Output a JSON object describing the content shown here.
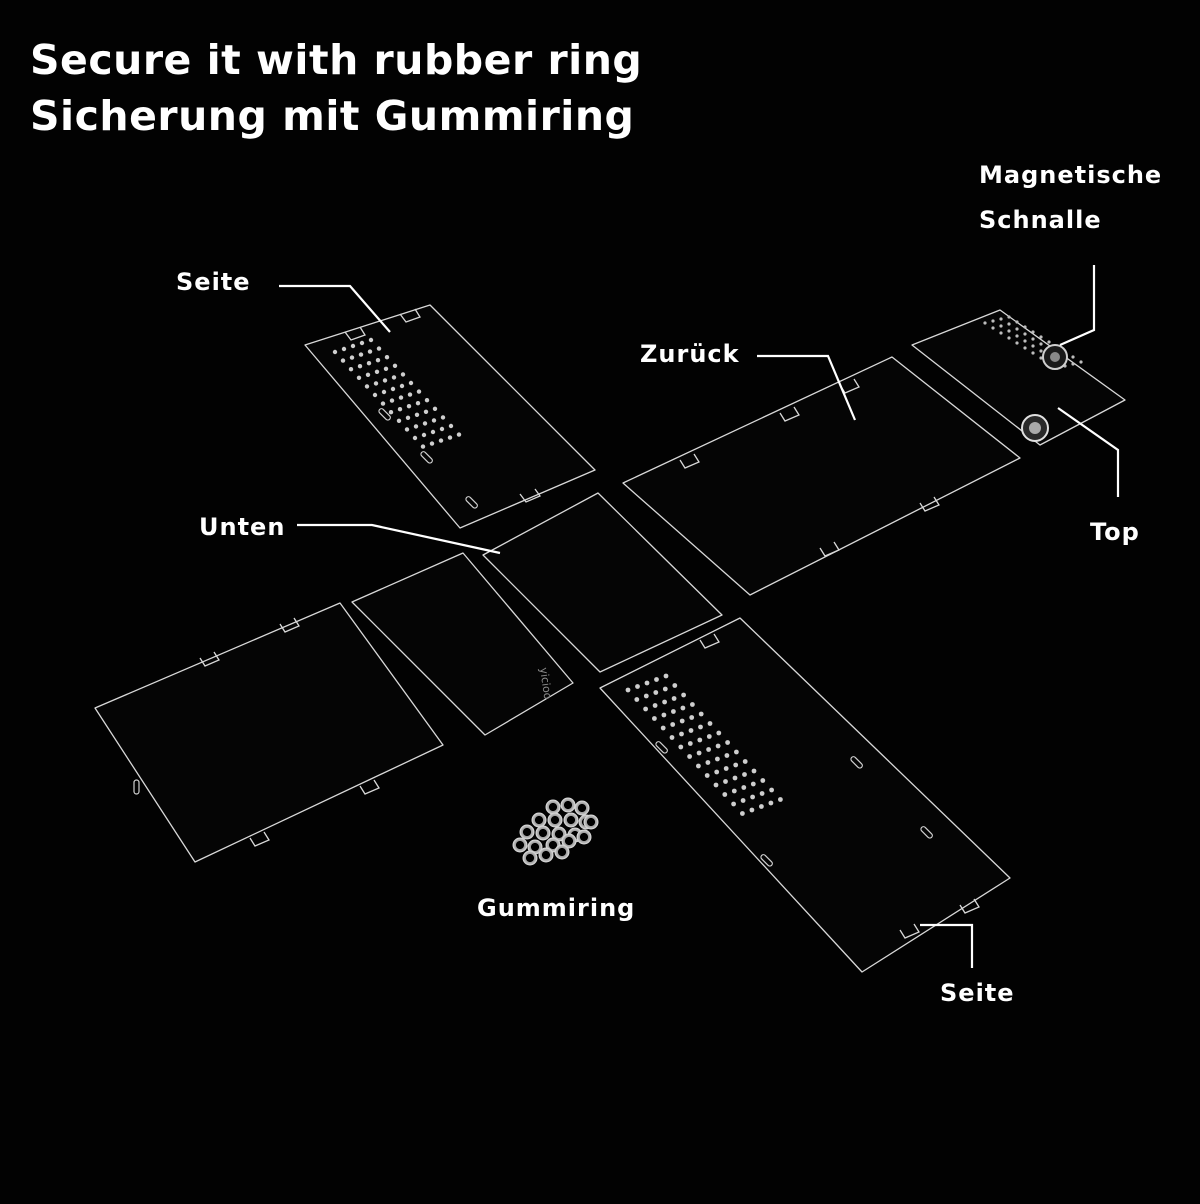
{
  "headline": {
    "line1": "Secure it with rubber ring",
    "line2": "Sicherung mit Gummiring"
  },
  "labels": {
    "seite_left": "Seite",
    "zurueck": "Zurück",
    "magnet_line1": "Magnetische",
    "magnet_line2": "Schnalle",
    "top": "Top",
    "unten": "Unten",
    "gummiring": "Gummiring",
    "seite_right": "Seite"
  },
  "panel_engraving": "yicioo",
  "colors": {
    "background": "#020202",
    "text": "#ffffff",
    "panel_edge": "#dcdcdc",
    "leader_line": "#ffffff"
  }
}
